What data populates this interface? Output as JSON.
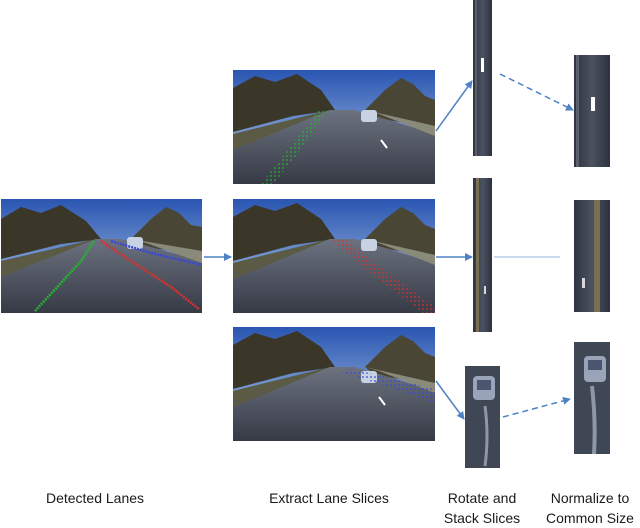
{
  "captions": {
    "detected": "Detected Lanes",
    "extract": "Extract Lane Slices",
    "rotate_l1": "Rotate and",
    "rotate_l2": "Stack Slices",
    "normalize_l1": "Normalize to",
    "normalize_l2": "Common Size"
  },
  "colors": {
    "sky_top": "#2b55b0",
    "sky_bottom": "#b8cdea",
    "road": "#3e4450",
    "hill": "#3a3628",
    "lane_green": "#22b82c",
    "lane_red": "#d83030",
    "lane_blue": "#3848d8",
    "arrow": "#4f82c4"
  }
}
